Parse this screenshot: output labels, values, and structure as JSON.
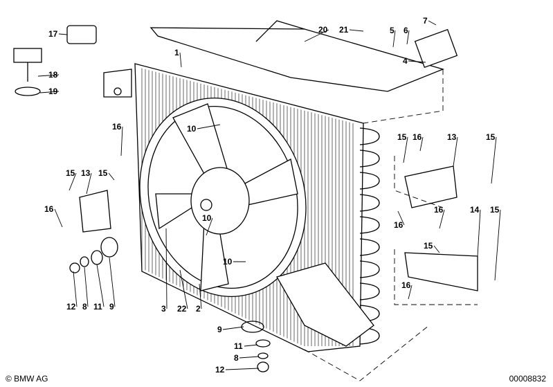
{
  "diagram": {
    "callouts": [
      "17",
      "18",
      "19",
      "20",
      "21",
      "5",
      "6",
      "7",
      "4",
      "1",
      "16",
      "10",
      "15",
      "16",
      "13",
      "15",
      "15",
      "13",
      "15",
      "16",
      "16",
      "16",
      "14",
      "15",
      "10",
      "15",
      "10",
      "12",
      "8",
      "11",
      "9",
      "3",
      "22",
      "2",
      "16",
      "9",
      "11",
      "8",
      "12"
    ]
  },
  "footer": {
    "copyright": "© BMW AG",
    "diagram_number": "00008832"
  }
}
